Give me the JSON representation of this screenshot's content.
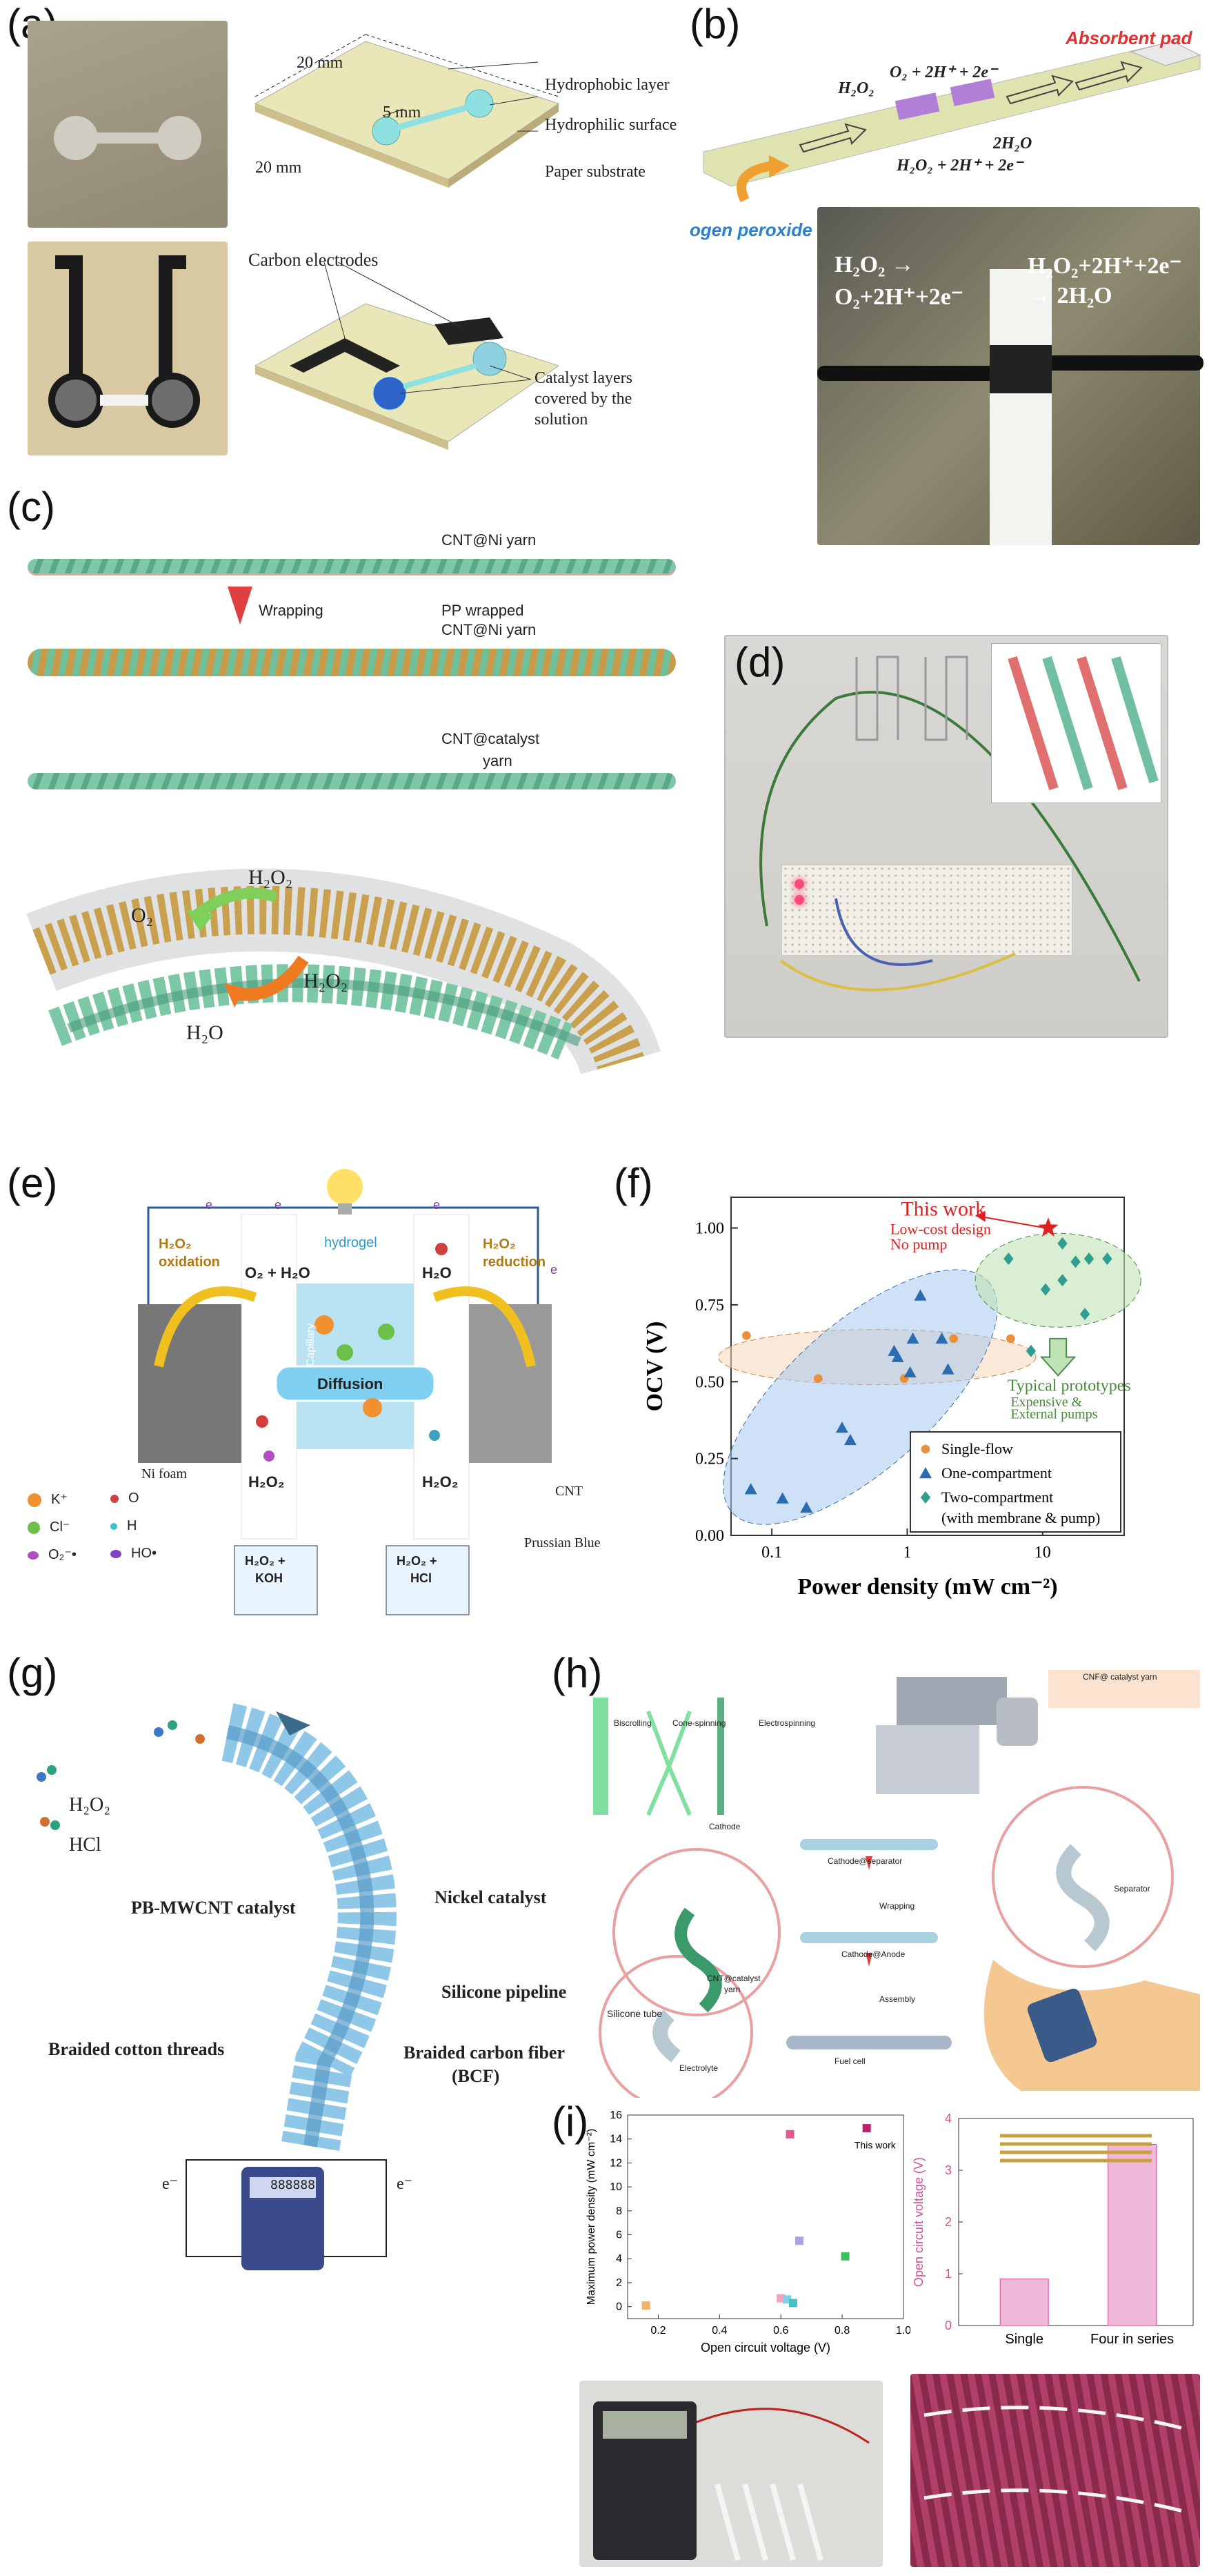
{
  "panels": {
    "a": {
      "label": "(a)",
      "dims": [
        "20 mm",
        "20 mm",
        "5 mm"
      ],
      "callouts": [
        "Hydrophobic layer",
        "Hydrophilic surface",
        "Paper substrate"
      ],
      "carbon": "Carbon electrodes",
      "catalyst": [
        "Catalyst layers",
        "covered by the",
        "solution"
      ]
    },
    "b": {
      "label": "(b)",
      "absorbent": "Absorbent pad",
      "peroxide": "ogen peroxide",
      "eqs": [
        "H₂O₂",
        "O₂ + 2H⁺ + 2e⁻",
        "2H₂O",
        "H₂O₂ + 2H⁺ + 2e⁻"
      ],
      "photo_left": [
        "H₂O₂ →",
        "O₂+2H⁺+2e⁻"
      ],
      "photo_right": [
        "H₂O₂+2H⁺+2e⁻",
        "→ 2H₂O"
      ]
    },
    "c": {
      "label": "(c)",
      "yarn1": "CNT@Ni yarn",
      "wrapping": "Wrapping",
      "pp": [
        "PP wrapped",
        "CNT@Ni yarn"
      ],
      "cat": [
        "CNT@catalyst",
        "yarn"
      ],
      "species": [
        "H₂O₂",
        "O₂",
        "H₂O₂",
        "H₂O"
      ]
    },
    "d": {
      "label": "(d)"
    },
    "e": {
      "label": "(e)",
      "ox": [
        "H₂O₂",
        "oxidation"
      ],
      "red": [
        "H₂O₂",
        "reduction"
      ],
      "hydrogel": "hydrogel",
      "diffusion": "Diffusion",
      "capillary": "Capillary",
      "left_top": "O₂ + H₂O",
      "left_mid": "H₂O₂",
      "right_top": "H₂O",
      "right_mid": "H₂O₂",
      "ni": "Ni foam",
      "cnt": "CNT",
      "pb": "Prussian Blue",
      "tank_left": [
        "H₂O₂ +",
        "KOH"
      ],
      "tank_right": [
        "H₂O₂ +",
        "HCl"
      ],
      "legend": [
        "K⁺",
        "O",
        "Cl⁻",
        "H",
        "O₂⁻•",
        "HO•"
      ],
      "electron": "e"
    },
    "f": {
      "label": "(f)",
      "thiswork": "This work",
      "lowcost": [
        "Low-cost design",
        "No pump"
      ],
      "typical": [
        "Typical prototypes",
        "Expensive &",
        "External pumps"
      ],
      "legend": [
        "Single-flow",
        "One-compartment",
        "Two-compartment",
        "(with membrane & pump)"
      ]
    },
    "g": {
      "label": "(g)",
      "species": [
        "H₂O₂",
        "HCl"
      ],
      "callouts": [
        "PB-MWCNT catalyst",
        "Nickel catalyst",
        "Silicone pipeline",
        "Braided cotton threads",
        "Braided carbon fiber",
        "(BCF)"
      ],
      "electron": "e⁻",
      "calc_display": "888888"
    },
    "h": {
      "label": "(h)",
      "steps": [
        "Biscrolling",
        "Cone-spinning",
        "Electrospinning",
        "Cathode",
        "CNF@ catalyst yarn",
        "Separator",
        "Cathode@separator",
        "Wrapping",
        "Cathode@Anode",
        "Assembly",
        "CNT@catalyst",
        "yarn",
        "Silicone tube",
        "Electrolyte",
        "Fuel cell"
      ]
    },
    "i": {
      "label": "(i)",
      "thiswork": "This work",
      "ylabel2": "Open circuit voltage (V)",
      "bars": [
        "Single",
        "Four in series"
      ]
    }
  },
  "chart_data": [
    {
      "type": "scatter",
      "panel": "f",
      "xlabel": "Power density (mW cm⁻²)",
      "ylabel": "OCV (V)",
      "xscale": "log",
      "xlim": [
        0.05,
        40
      ],
      "ylim": [
        0,
        1.1
      ],
      "xticks": [
        "0.1",
        "1",
        "10"
      ],
      "yticks": [
        "0.00",
        "0.25",
        "0.50",
        "0.75",
        "1.00"
      ],
      "legend_position": "bottom-right",
      "series": [
        {
          "name": "Single-flow",
          "color": "#e8903a",
          "marker": "circle",
          "points": [
            [
              0.065,
              0.65
            ],
            [
              0.22,
              0.51
            ],
            [
              0.95,
              0.51
            ],
            [
              2.2,
              0.64
            ],
            [
              5.8,
              0.64
            ]
          ]
        },
        {
          "name": "One-compartment",
          "color": "#2b6cb0",
          "marker": "triangle",
          "points": [
            [
              0.07,
              0.15
            ],
            [
              0.12,
              0.12
            ],
            [
              0.18,
              0.09
            ],
            [
              0.33,
              0.35
            ],
            [
              0.38,
              0.31
            ],
            [
              0.8,
              0.6
            ],
            [
              0.85,
              0.58
            ],
            [
              1.05,
              0.53
            ],
            [
              1.1,
              0.64
            ],
            [
              1.25,
              0.78
            ],
            [
              1.8,
              0.64
            ],
            [
              2.0,
              0.54
            ]
          ]
        },
        {
          "name": "Two-compartment",
          "color": "#2f9e8f",
          "marker": "diamond",
          "points": [
            [
              5.6,
              0.9
            ],
            [
              8.2,
              0.6
            ],
            [
              10.5,
              0.8
            ],
            [
              14.0,
              0.95
            ],
            [
              14.0,
              0.83
            ],
            [
              17.5,
              0.89
            ],
            [
              20.5,
              0.72
            ],
            [
              22.0,
              0.9
            ],
            [
              30.0,
              0.9
            ]
          ]
        },
        {
          "name": "This work",
          "color": "#e02020",
          "marker": "star",
          "points": [
            [
              11.0,
              1.0
            ]
          ]
        }
      ]
    },
    {
      "type": "scatter",
      "panel": "i",
      "xlabel": "Open circuit voltage (V)",
      "ylabel": "Maximum power density (mW cm⁻²)",
      "xlim": [
        0.1,
        1.0
      ],
      "ylim": [
        -1,
        16
      ],
      "xticks": [
        "0.2",
        "0.4",
        "0.6",
        "0.8",
        "1.0"
      ],
      "yticks": [
        "0",
        "2",
        "4",
        "6",
        "8",
        "10",
        "12",
        "14",
        "16"
      ],
      "points": [
        {
          "x": 0.16,
          "y": 0.1,
          "color": "#f2b46b"
        },
        {
          "x": 0.6,
          "y": 0.7,
          "color": "#f4a0c0"
        },
        {
          "x": 0.62,
          "y": 0.6,
          "color": "#7fd0e8"
        },
        {
          "x": 0.64,
          "y": 0.3,
          "color": "#46c4c4"
        },
        {
          "x": 0.66,
          "y": 5.5,
          "color": "#b0a0e8"
        },
        {
          "x": 0.63,
          "y": 14.4,
          "color": "#e05a8a"
        },
        {
          "x": 0.81,
          "y": 4.2,
          "color": "#3cc060"
        },
        {
          "x": 0.88,
          "y": 14.9,
          "color": "#c02070"
        }
      ]
    },
    {
      "type": "bar",
      "panel": "i",
      "categories": [
        "Single",
        "Four in series"
      ],
      "values": [
        0.9,
        3.5
      ],
      "ylim": [
        0,
        4
      ],
      "yticks": [
        "0",
        "1",
        "2",
        "3",
        "4"
      ],
      "ylabel": "Open circuit voltage (V)"
    }
  ]
}
